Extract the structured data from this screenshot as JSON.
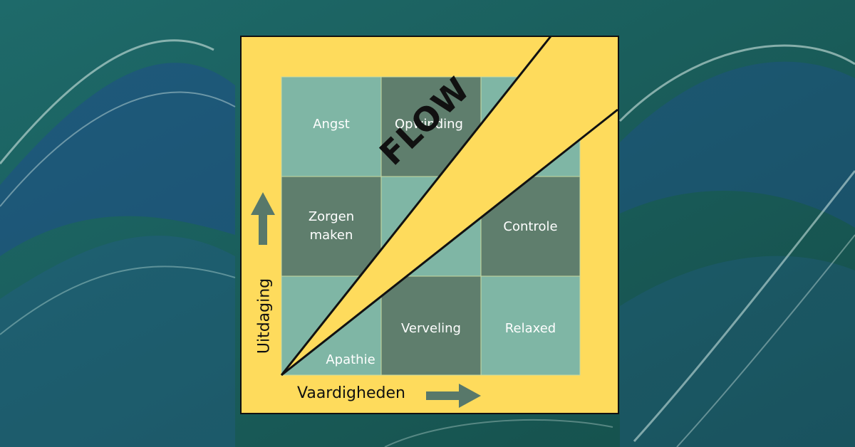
{
  "colors": {
    "background": "#1f5b52",
    "panel": "#fedb5c",
    "cell_light": "#7fb6a5",
    "cell_dark": "#5f7e6d",
    "arrow": "#58786a",
    "text_dark": "#111111",
    "text_light": "#ffffff"
  },
  "diagram": {
    "flow_label": "FLOW",
    "x_axis_label": "Vaardigheden",
    "y_axis_label": "Uitdaging",
    "cells": {
      "angst": "Angst",
      "opwinding": "Opwinding",
      "zorgen_line1": "Zorgen",
      "zorgen_line2": "maken",
      "controle": "Controle",
      "verveling": "Verveling",
      "relaxed": "Relaxed",
      "apathie": "Apathie"
    },
    "icons": {
      "x_arrow": "arrow-right-icon",
      "y_arrow": "arrow-up-icon"
    }
  }
}
